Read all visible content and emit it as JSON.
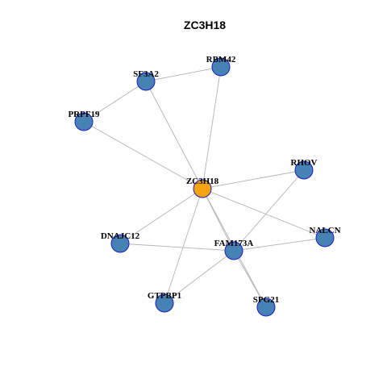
{
  "title": "ZC3H18",
  "colors": {
    "hub": "#f5a40f",
    "node": "#4682b4",
    "node_border": "#1a1acc",
    "edge": "#b3b3b3"
  },
  "network": {
    "nodes": [
      {
        "id": "ZC3H18",
        "label": "ZC3H18",
        "role": "hub"
      },
      {
        "id": "RBM42",
        "label": "RBM42",
        "role": "neighbor"
      },
      {
        "id": "SF3A2",
        "label": "SF3A2",
        "role": "neighbor"
      },
      {
        "id": "PRPF19",
        "label": "PRPF19",
        "role": "neighbor"
      },
      {
        "id": "RHOV",
        "label": "RHOV",
        "role": "neighbor"
      },
      {
        "id": "NALCN",
        "label": "NALCN",
        "role": "neighbor"
      },
      {
        "id": "DNAJC12",
        "label": "DNAJC12",
        "role": "neighbor"
      },
      {
        "id": "FAM173A",
        "label": "FAM173A",
        "role": "neighbor"
      },
      {
        "id": "GTPBP1",
        "label": "GTPBP1",
        "role": "neighbor"
      },
      {
        "id": "SPG21",
        "label": "SPG21",
        "role": "neighbor"
      }
    ],
    "edges": [
      [
        "SF3A2",
        "RBM42"
      ],
      [
        "SF3A2",
        "PRPF19"
      ],
      [
        "SF3A2",
        "ZC3H18"
      ],
      [
        "RBM42",
        "ZC3H18"
      ],
      [
        "PRPF19",
        "ZC3H18"
      ],
      [
        "RHOV",
        "ZC3H18"
      ],
      [
        "RHOV",
        "FAM173A"
      ],
      [
        "ZC3H18",
        "NALCN"
      ],
      [
        "ZC3H18",
        "DNAJC12"
      ],
      [
        "ZC3H18",
        "FAM173A"
      ],
      [
        "ZC3H18",
        "GTPBP1"
      ],
      [
        "ZC3H18",
        "SPG21"
      ],
      [
        "DNAJC12",
        "FAM173A"
      ],
      [
        "FAM173A",
        "NALCN"
      ],
      [
        "FAM173A",
        "GTPBP1"
      ],
      [
        "FAM173A",
        "SPG21"
      ]
    ]
  }
}
